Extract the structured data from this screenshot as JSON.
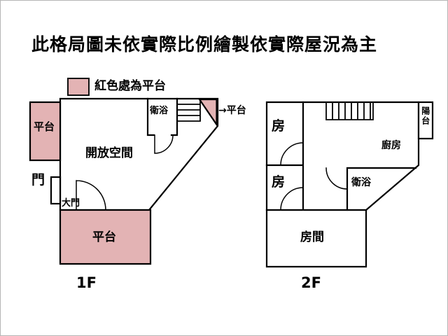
{
  "title": "此格局圖未依實際比例繪製依實際屋況為主",
  "legend": {
    "label": "紅色處為平台"
  },
  "colors": {
    "platform": "#e3b3b4",
    "wall": "#000000",
    "background": "#ffffff"
  },
  "floor1": {
    "name": "1F",
    "labels": {
      "left_platform": "平台",
      "open_space": "開放空間",
      "door": "門",
      "main_door": "大門",
      "bathroom": "衛浴",
      "platform_arrow": "→平台",
      "bottom_platform": "平台"
    }
  },
  "floor2": {
    "name": "2F",
    "labels": {
      "room1": "房",
      "room2": "房",
      "kitchen": "廚房",
      "balcony": "陽台",
      "bathroom": "衛浴",
      "bedroom": "房間"
    }
  }
}
